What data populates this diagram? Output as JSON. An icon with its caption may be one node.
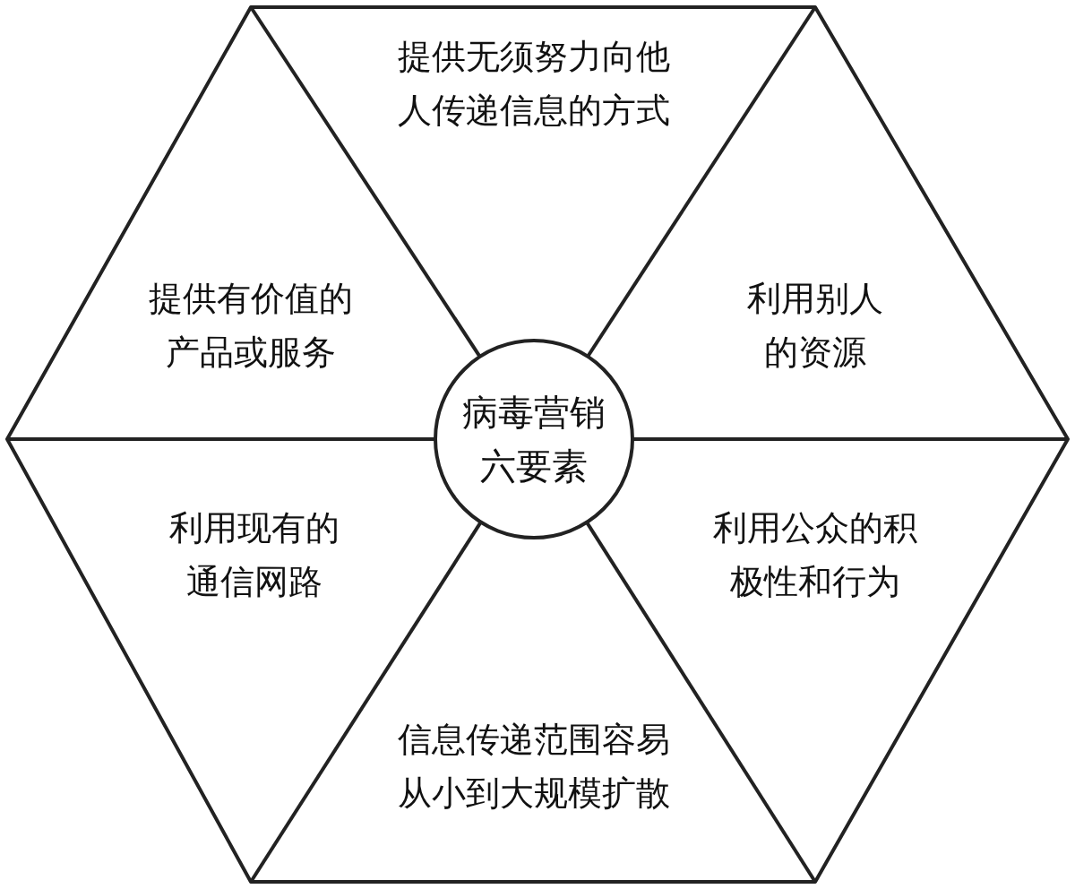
{
  "diagram": {
    "nodes": [
      {
        "text": [
          "提供无须努力向他人传递信息的方式"
        ]
      },
      {
        "text": [
          "提供有价值的产品或服务"
        ]
      },
      {
        "text": [
          "利用别人的资源"
        ]
      },
      {
        "text": [
          "病毒营销六要素"
        ]
      },
      {
        "text": [
          "利用现有的通信网路"
        ]
      },
      {
        "text": [
          "利用公众的积极性和行为"
        ]
      },
      {
        "text": [
          "信息传递范围容易从小到大规模扩散"
        ]
      }
    ]
  }
}
